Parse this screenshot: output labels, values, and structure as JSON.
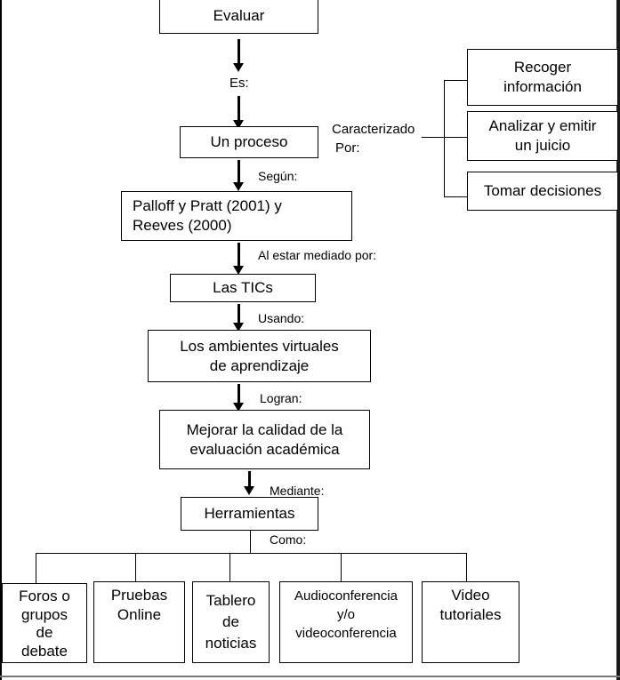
{
  "nodes": {
    "evaluar": "Evaluar",
    "un_proceso": "Un proceso",
    "palloff": "Palloff y Pratt (2001) y\n    Reeves (2000)",
    "las_tics": "Las TICs",
    "ambientes": "Los ambientes virtuales\nde aprendizaje",
    "mejorar": "Mejorar la calidad de la\nevaluación académica",
    "herramientas": "Herramientas",
    "recoger": "Recoger\ninformación",
    "analizar": "Analizar y emitir\nun juicio",
    "tomar": "Tomar decisiones",
    "foros": "Foros o\ngrupos\nde\ndebate",
    "pruebas": "Pruebas\nOnline",
    "tablero": "Tablero\nde\nnoticias",
    "audio": "Audioconferencia\ny/o\nvideoconferencia",
    "video": "Video\ntutoriales"
  },
  "labels": {
    "es": "Es:",
    "caracterizado": "Caracterizado",
    "por": "Por:",
    "segun": "Según:",
    "al_estar": "Al estar mediado por:",
    "usando": "Usando:",
    "logran": "Logran:",
    "mediante": "Mediante:",
    "como": "Como:"
  }
}
